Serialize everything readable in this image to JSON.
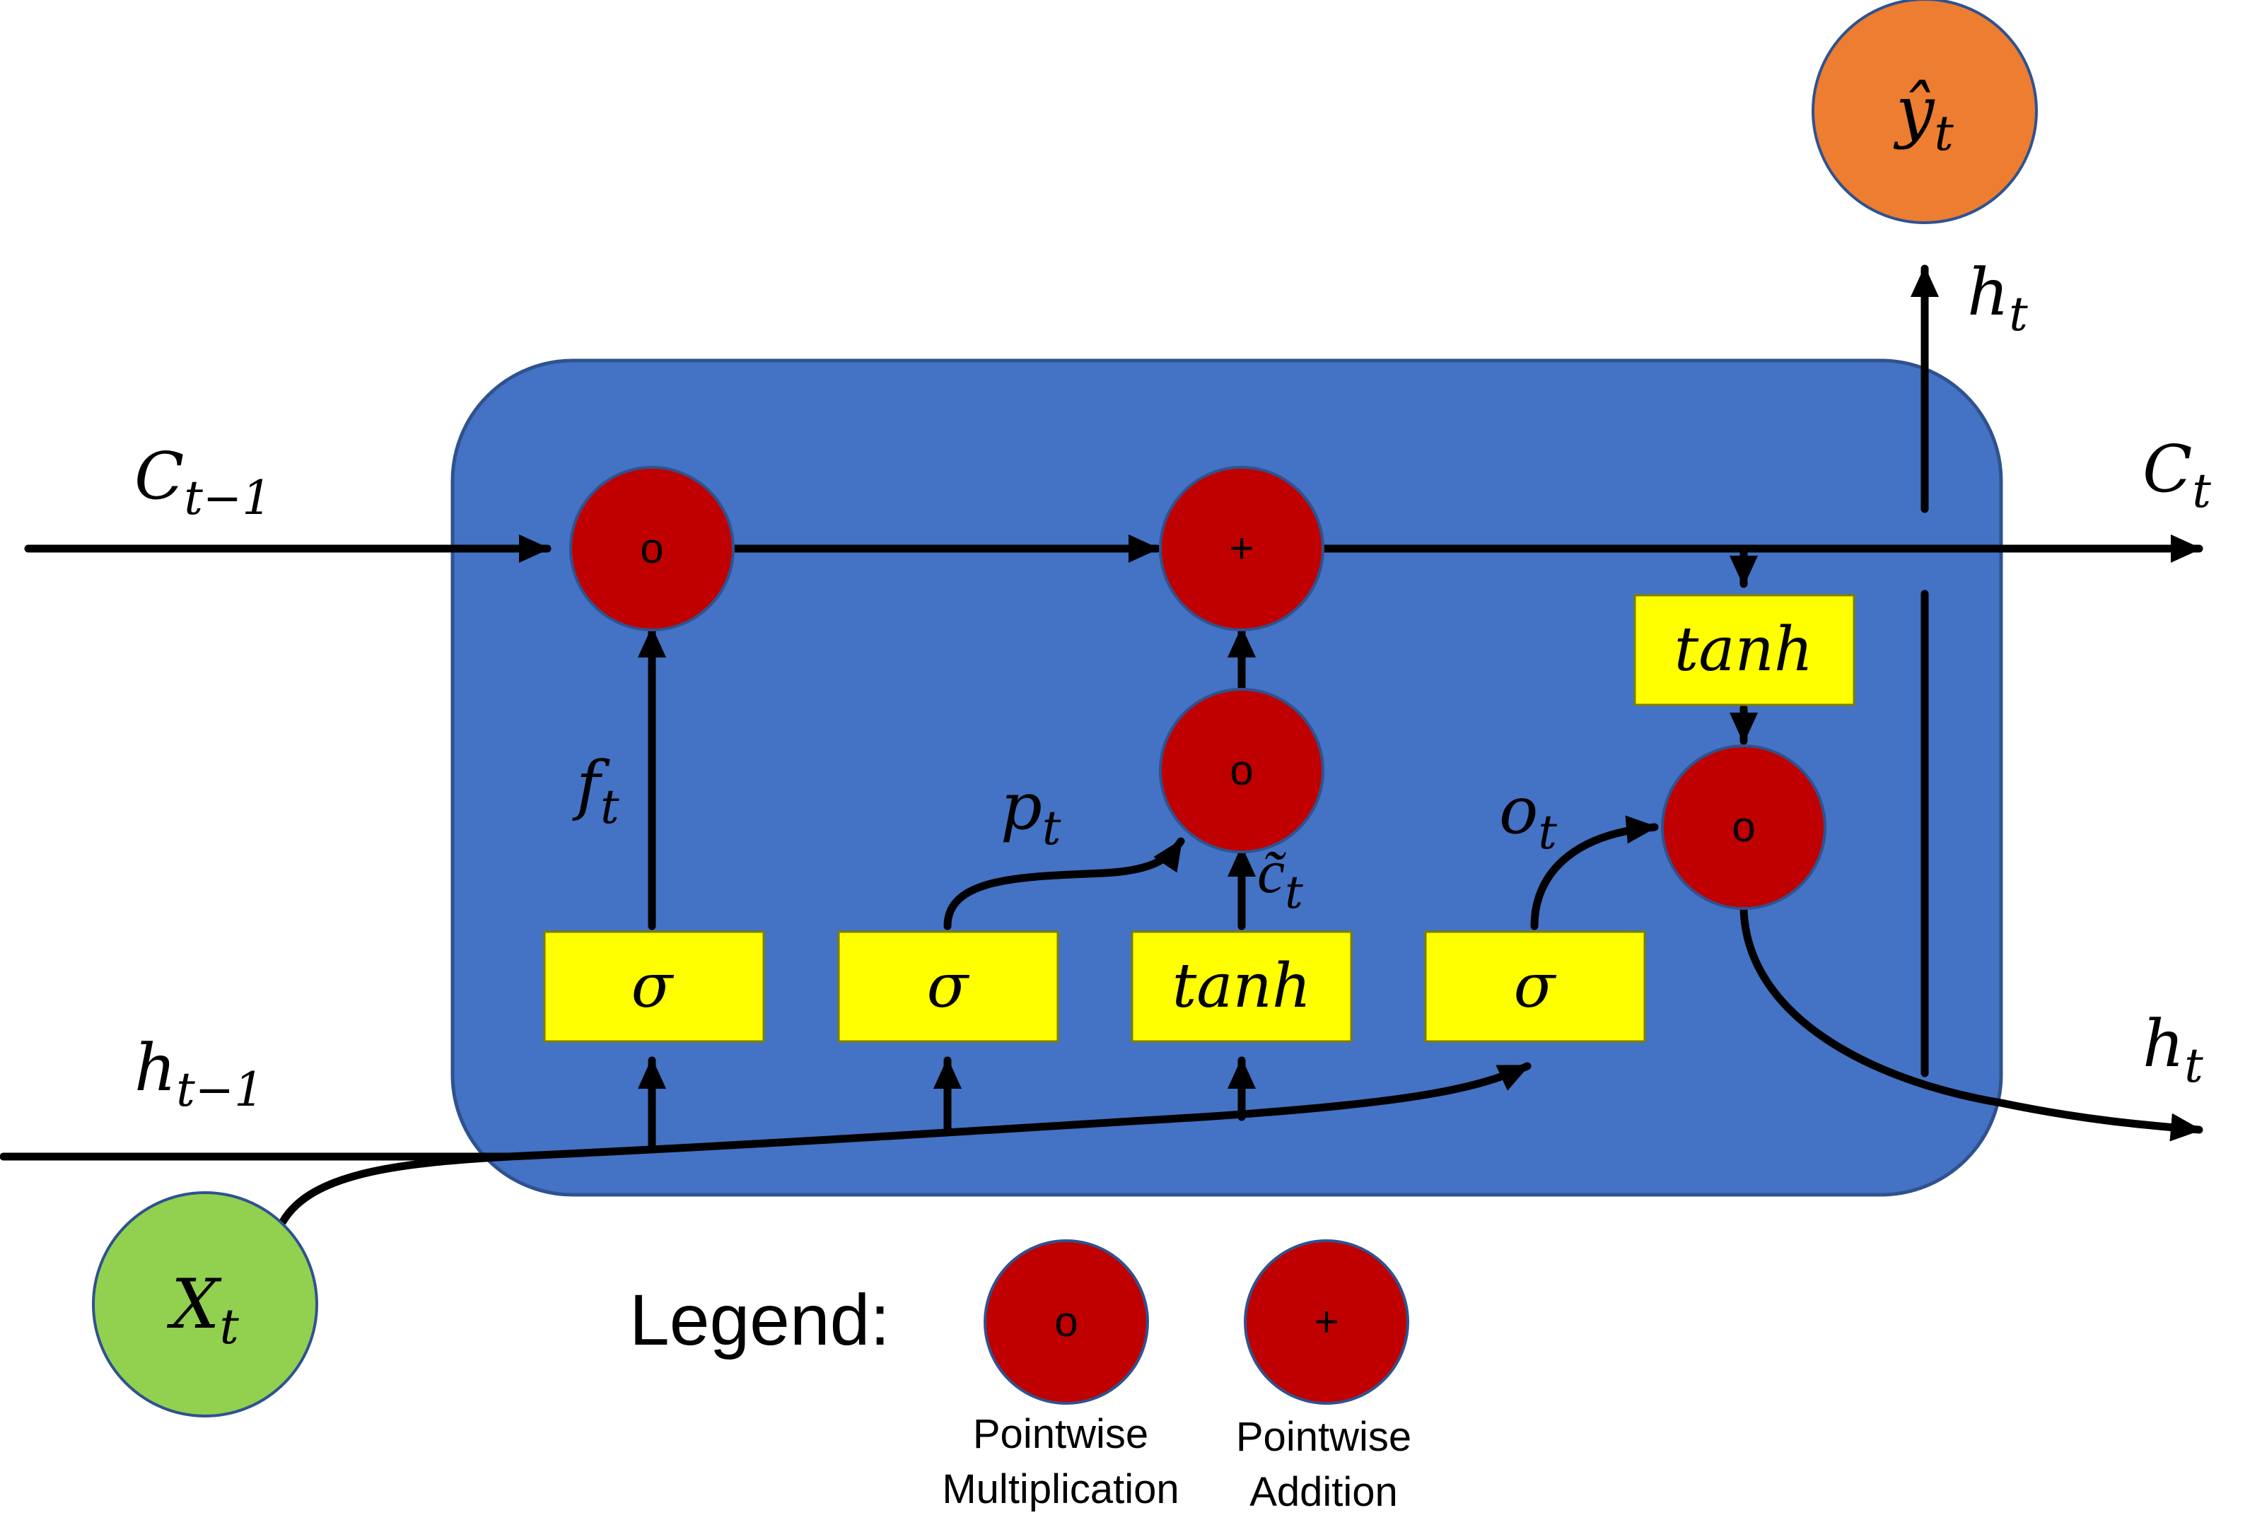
{
  "colors": {
    "cell": "#4472C4",
    "cell_border": "#2F528F",
    "op_node": "#C00000",
    "gate_box": "#FFFF00",
    "input_node": "#92D050",
    "output_node": "#ED7D31",
    "line": "#000000"
  },
  "labels": {
    "c_prev": {
      "base": "C",
      "sub": "t−1"
    },
    "c_next": {
      "base": "C",
      "sub": "t"
    },
    "h_prev": {
      "base": "h",
      "sub": "t−1"
    },
    "h_out_right": {
      "base": "h",
      "sub": "t"
    },
    "h_out_up": {
      "base": "h",
      "sub": "t"
    },
    "f_gate": {
      "base": "f",
      "sub": "t"
    },
    "p_gate": {
      "base": "p",
      "sub": "t"
    },
    "o_gate": {
      "base": "o",
      "sub": "t"
    },
    "c_cand": {
      "base": "c͂",
      "sub": "t"
    },
    "x_input": {
      "base": "X",
      "sub": "t"
    },
    "y_output": {
      "base": "ŷ",
      "sub": "t"
    }
  },
  "gates": {
    "sigma_forget": "σ",
    "sigma_input": "σ",
    "tanh_candidate": "tanh",
    "sigma_output": "σ",
    "tanh_cell": "tanh"
  },
  "ops": {
    "forget_mult": "o",
    "cell_add": "+",
    "input_mult": "o",
    "output_mult": "o"
  },
  "legend": {
    "title": "Legend:",
    "mult_symbol": "o",
    "add_symbol": "+",
    "mult_caption_1": "Pointwise",
    "mult_caption_2": "Multiplication",
    "add_caption_1": "Pointwise",
    "add_caption_2": "Addition"
  }
}
